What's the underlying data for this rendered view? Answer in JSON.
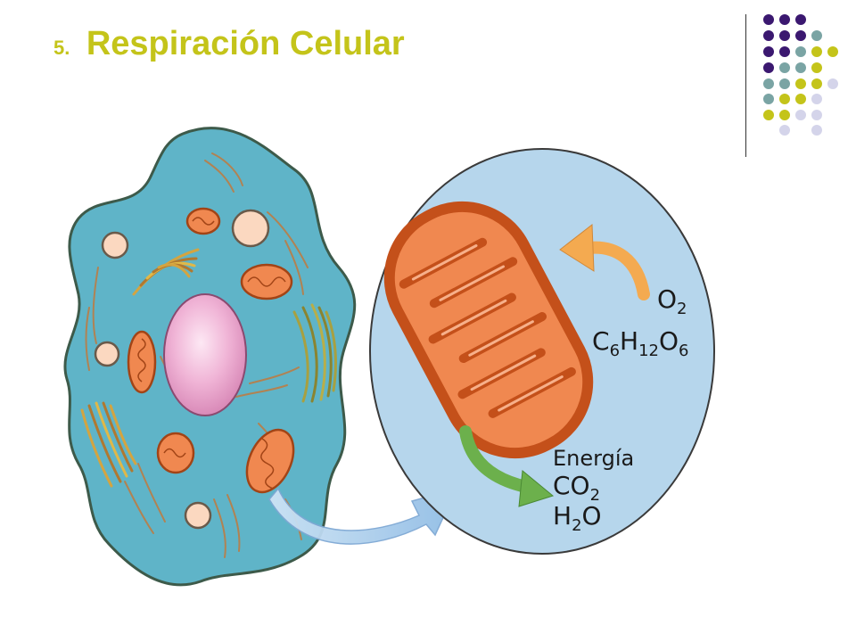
{
  "slide": {
    "number": "5.",
    "title": "Respiración Celular"
  },
  "diagram": {
    "inputs": {
      "o2": {
        "base": "O",
        "sub": "2"
      },
      "glucose": {
        "c": "C",
        "c_sub": "6",
        "h": "H",
        "h_sub": "12",
        "o": "O",
        "o_sub": "6"
      }
    },
    "outputs": {
      "energy": "Energía",
      "co2": {
        "base": "CO",
        "sub": "2"
      },
      "h2o": {
        "h": "H",
        "h_sub": "2",
        "o": "O"
      }
    }
  },
  "colors": {
    "title": "#c4c41a",
    "dot_purple": "#3b1870",
    "dot_teal": "#7aa4a4",
    "dot_yellow": "#c4c41a",
    "dot_lavender": "#d4d4ea",
    "cell_fill": "#5fb4c8",
    "bubble_fill": "#b6d6ec",
    "mito_fill": "#f08850",
    "mito_edge": "#c4501a",
    "arrow_orange": "#f4aa50",
    "arrow_green": "#6cb04c",
    "nucleus": "#eaa6cc"
  }
}
